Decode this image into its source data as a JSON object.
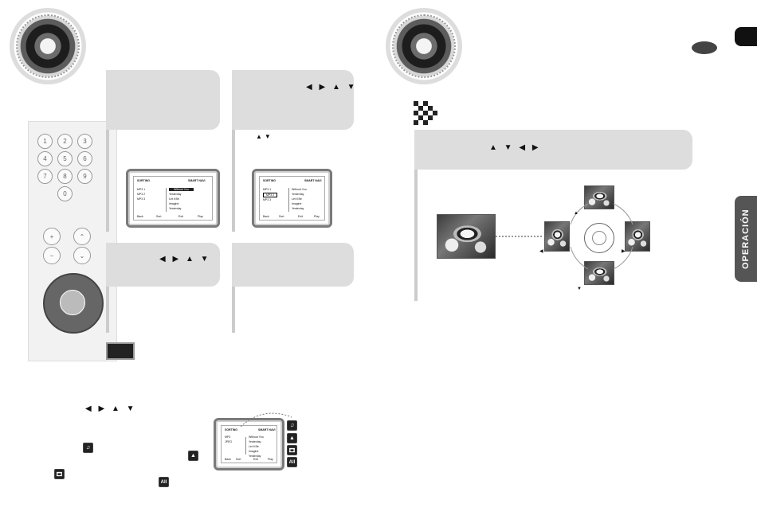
{
  "remote": {
    "numbers": [
      "1",
      "2",
      "3",
      "4",
      "5",
      "6",
      "7",
      "8",
      "9",
      "0"
    ]
  },
  "osd": {
    "header": "SORTING",
    "mode": "SMART NAVI",
    "folders": [
      "MP3 1",
      "MP3 2",
      "MP3 3"
    ],
    "folders_small": [
      "MP3",
      "JPEG"
    ],
    "tracks": [
      "Without You",
      "Yesterday",
      "Let it Be",
      "Imagine",
      "Yesterday"
    ],
    "footer": [
      "Back",
      "Sort",
      "Exit",
      "Play"
    ]
  },
  "legend_icons": {
    "music": "♫",
    "picture": "▲",
    "video": "🎞",
    "all": "All"
  },
  "arrows": {
    "four_way": "◀ ▶ ▲ ▼",
    "up_down": "▲▼",
    "udlr": "▲ ▼ ◀ ▶"
  },
  "colors": {
    "box_gray": "#dddddd",
    "tab_gray": "#555555"
  }
}
